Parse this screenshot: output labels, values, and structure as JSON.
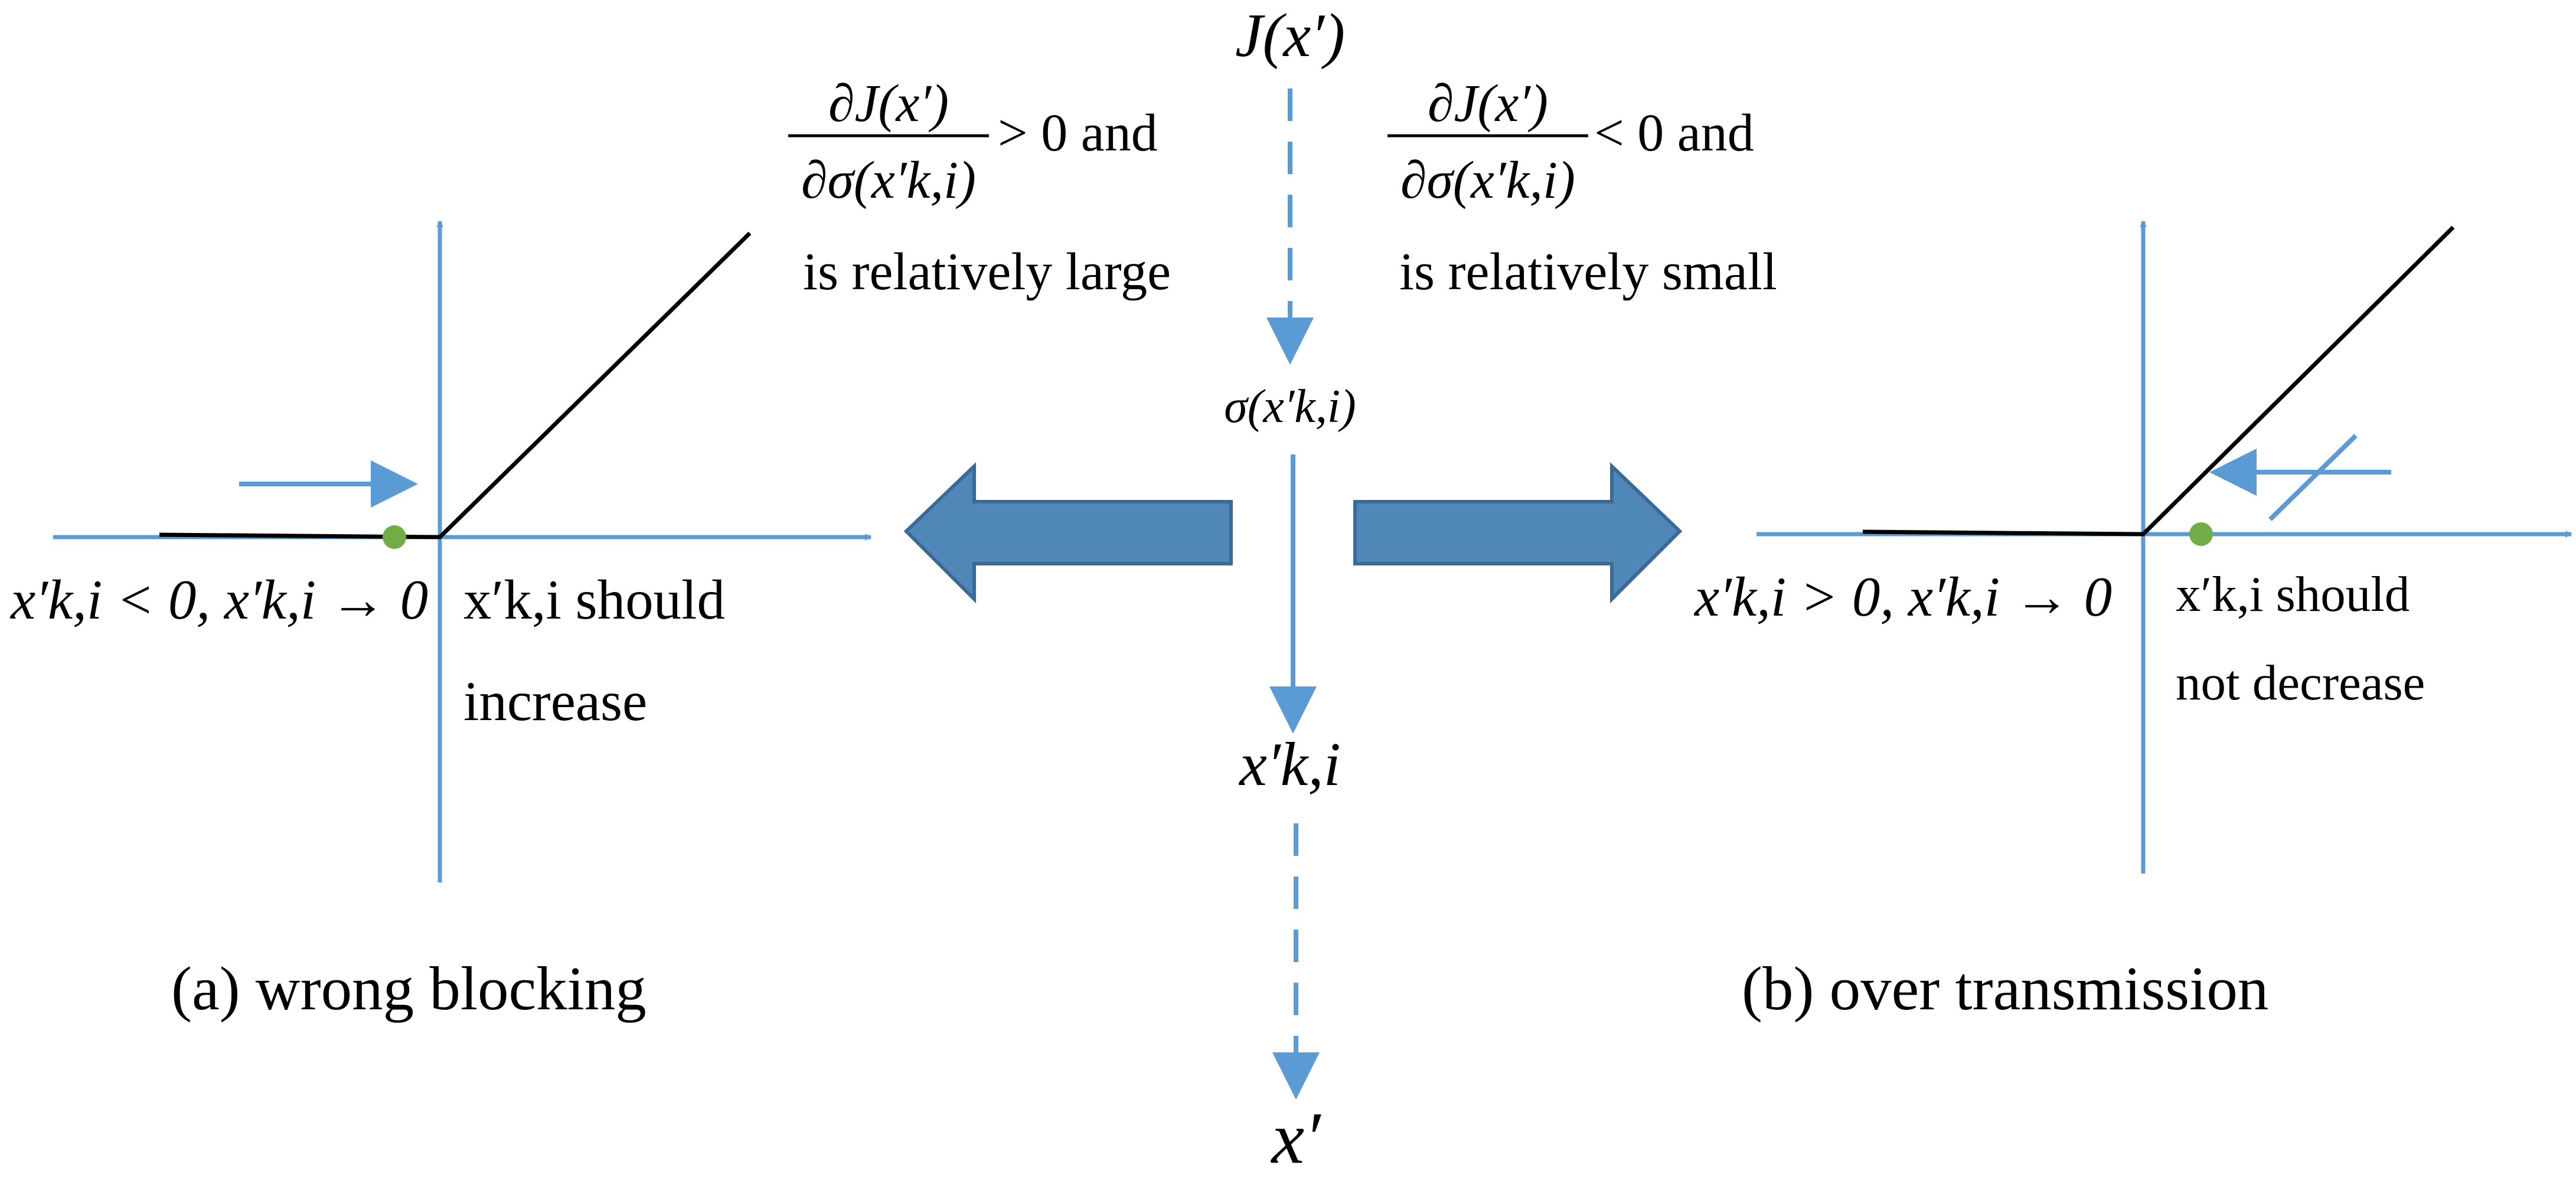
{
  "center": {
    "top_label": "J(x′)",
    "sigma_label": "σ(x′k,i)",
    "node_label": "x′k,i",
    "bottom_label": "x′"
  },
  "left_condition": {
    "fraction_num": "∂J(x′)",
    "fraction_den": "∂σ(x′k,i)",
    "relation": "> 0 and",
    "note": "is relatively large"
  },
  "right_condition": {
    "fraction_num": "∂J(x′)",
    "fraction_den": "∂σ(x′k,i)",
    "relation": "< 0 and",
    "note": "is relatively small"
  },
  "panel_a": {
    "axis_condition": "x′k,i < 0, x′k,i → 0",
    "action_line1": "x′k,i  should",
    "action_line2": "increase",
    "caption": "(a) wrong blocking"
  },
  "panel_b": {
    "axis_condition": "x′k,i > 0, x′k,i → 0",
    "action_line1": "x′k,i  should",
    "action_line2": "not decrease",
    "caption": "(b) over transmission"
  },
  "colors": {
    "axis_blue": "#5b9bd5",
    "big_arrow_fill": "#4f87b9",
    "big_arrow_stroke": "#3a6a96",
    "point_green": "#70ad47",
    "curve": "#000000"
  }
}
